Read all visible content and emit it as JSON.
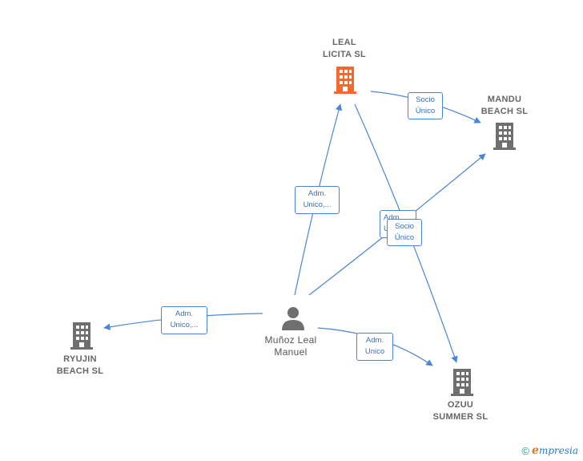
{
  "nodes": {
    "leal_licita": {
      "label": "LEAL\nLICITA  SL",
      "color": "#f26a2e",
      "icon": "building-icon"
    },
    "mandu_beach": {
      "label": "MANDU\nBEACH  SL",
      "color": "#6f6f6f",
      "icon": "building-icon"
    },
    "ryujin_beach": {
      "label": "RYUJIN\nBEACH  SL",
      "color": "#6f6f6f",
      "icon": "building-icon"
    },
    "ozuu_summer": {
      "label": "OZUU\nSUMMER  SL",
      "color": "#6f6f6f",
      "icon": "building-icon"
    },
    "munoz_leal": {
      "label": "Muñoz Leal\nManuel",
      "color": "#6f6f6f",
      "icon": "person-icon"
    }
  },
  "edges": {
    "socio_unico_mandu": "Socio\nÚnico",
    "adm_unico_leal": "Adm.\nUnico,...",
    "adm_hidden": "Adm.\nUnico,...",
    "socio_unico_ozuu": "Socio\nÚnico",
    "adm_unico_ryujin": "Adm.\nUnico,...",
    "adm_unico_ozuu": "Adm.\nUnico"
  },
  "colors": {
    "edge": "#4a86d6"
  },
  "footer": {
    "copyright": "©",
    "brand_e": "e",
    "brand_rest": "mpresia"
  }
}
